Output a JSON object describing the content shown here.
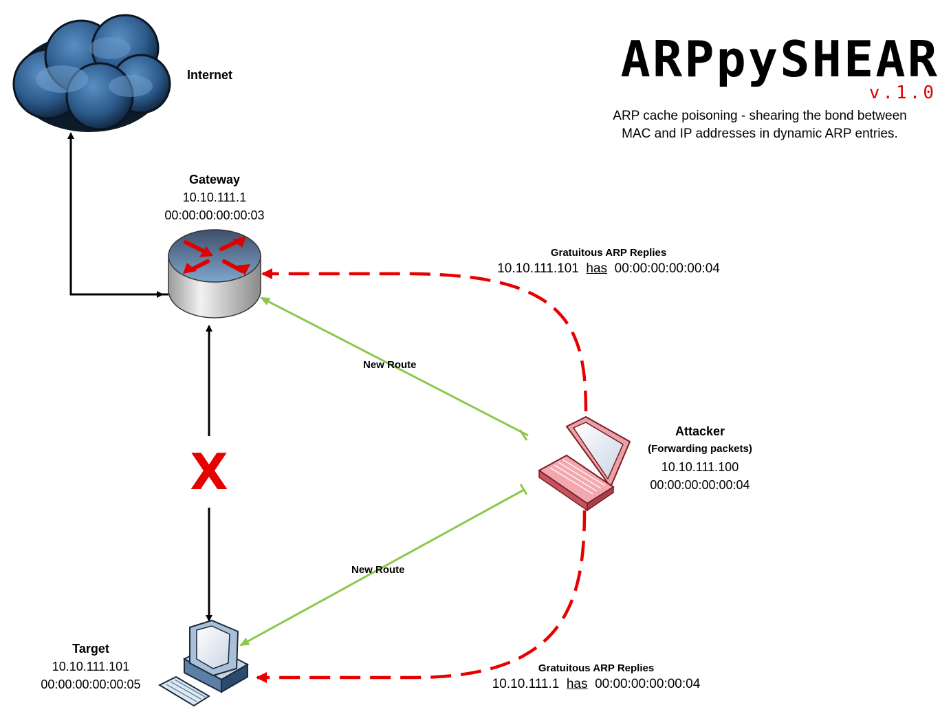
{
  "header": {
    "title": "ARPpySHEAR",
    "version": "v.1.0",
    "subtitle_line1": "ARP cache poisoning - shearing the bond between",
    "subtitle_line2": "MAC and IP addresses in dynamic ARP entries."
  },
  "internet": {
    "label": "Internet"
  },
  "gateway": {
    "name": "Gateway",
    "ip": "10.10.111.1",
    "mac": "00:00:00:00:00:03"
  },
  "attacker": {
    "name": "Attacker",
    "note": "(Forwarding packets)",
    "ip": "10.10.111.100",
    "mac": "00:00:00:00:00:04"
  },
  "target": {
    "name": "Target",
    "ip": "10.10.111.101",
    "mac": "00:00:00:00:00:05"
  },
  "arp_top": {
    "title": "Gratuitous ARP Replies",
    "ip": "10.10.111.101",
    "verb": "has",
    "mac": "00:00:00:00:00:04"
  },
  "arp_bottom": {
    "title": "Gratuitous ARP Replies",
    "ip": "10.10.111.1",
    "verb": "has",
    "mac": "00:00:00:00:00:04"
  },
  "routes": {
    "upper": "New Route",
    "lower": "New Route"
  },
  "blocked": {
    "symbol": "X"
  },
  "colors": {
    "poison": "#e60000",
    "route": "#8cc84b",
    "link": "#000000"
  }
}
